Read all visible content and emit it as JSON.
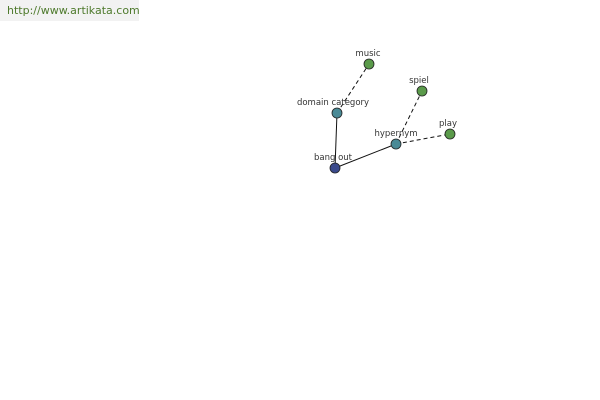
{
  "site": {
    "url_text": "http://www.artikata.com"
  },
  "graph": {
    "nodes": [
      {
        "id": "bang-out",
        "label": "bang out",
        "kind": "root",
        "color": "#3b4a8c"
      },
      {
        "id": "domain-category",
        "label": "domain category",
        "kind": "relation",
        "color": "#4a8a96"
      },
      {
        "id": "hypernym",
        "label": "hypernym",
        "kind": "relation",
        "color": "#4a8a96"
      },
      {
        "id": "music",
        "label": "music",
        "kind": "term",
        "color": "#5a9a4a"
      },
      {
        "id": "spiel",
        "label": "spiel",
        "kind": "term",
        "color": "#5a9a4a"
      },
      {
        "id": "play",
        "label": "play",
        "kind": "term",
        "color": "#5a9a4a"
      }
    ],
    "edges": [
      {
        "from": "bang-out",
        "to": "domain-category",
        "style": "solid"
      },
      {
        "from": "bang-out",
        "to": "hypernym",
        "style": "solid"
      },
      {
        "from": "domain-category",
        "to": "music",
        "style": "dashed"
      },
      {
        "from": "hypernym",
        "to": "spiel",
        "style": "dashed"
      },
      {
        "from": "hypernym",
        "to": "play",
        "style": "dashed"
      }
    ]
  }
}
